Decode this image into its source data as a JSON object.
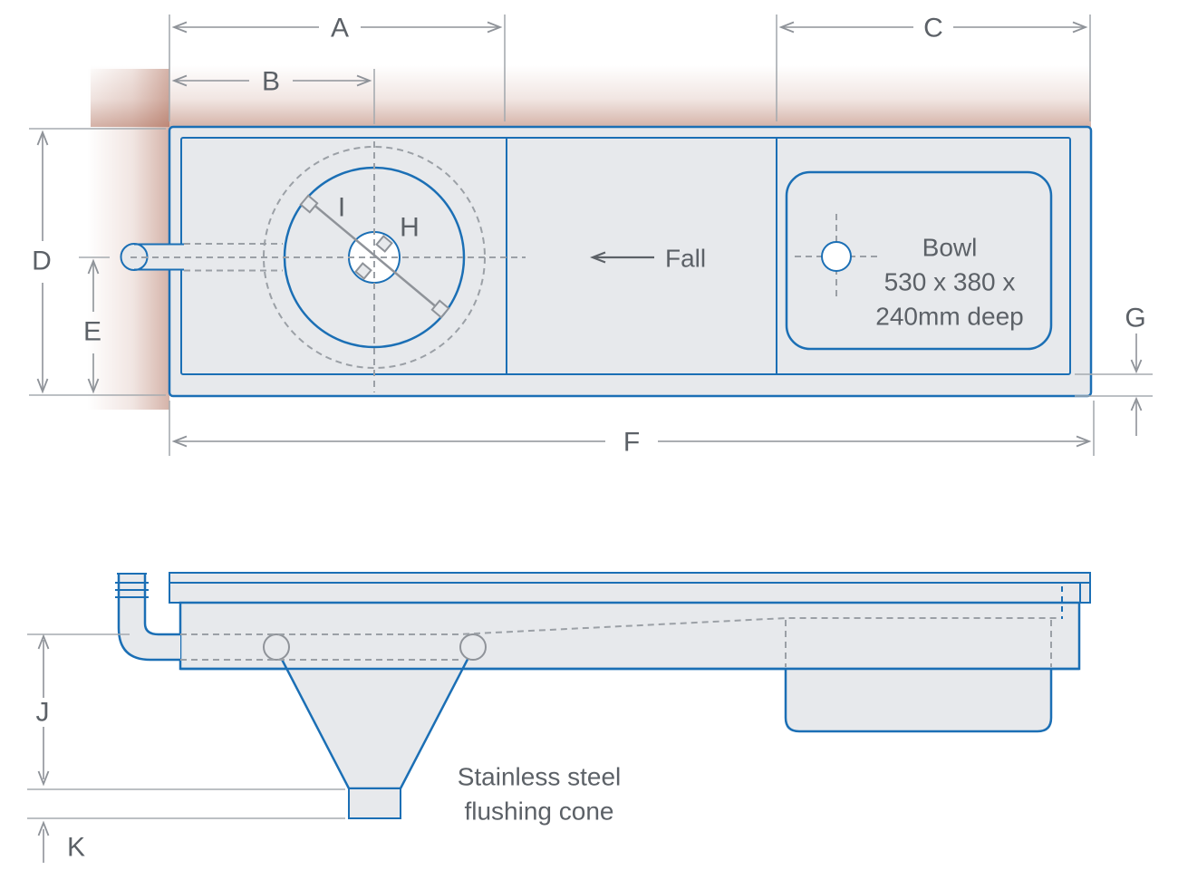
{
  "drawing": {
    "type": "sluice-sink-technical-drawing",
    "views": [
      "plan",
      "side-elevation"
    ]
  },
  "dims": {
    "a": "A",
    "b": "B",
    "c": "C",
    "d": "D",
    "e": "E",
    "f": "F",
    "g": "G",
    "h": "H",
    "i": "I",
    "j": "J",
    "k": "K"
  },
  "plan": {
    "fall_label": "Fall",
    "bowl": {
      "line1": "Bowl",
      "line2": "530 x 380 x",
      "line3": "240mm deep"
    }
  },
  "side": {
    "cone": {
      "line1": "Stainless steel",
      "line2": "flushing cone"
    }
  },
  "colors": {
    "outline_blue": "#1b6fb5",
    "panel_fill": "#e7e9ec",
    "hidden_line_gray": "#9ba0a6",
    "dimension_gray": "#8f9399",
    "extension_gray": "#a6abb0",
    "label_gray": "#5c6167",
    "shadow_red": "#9b4a31"
  }
}
